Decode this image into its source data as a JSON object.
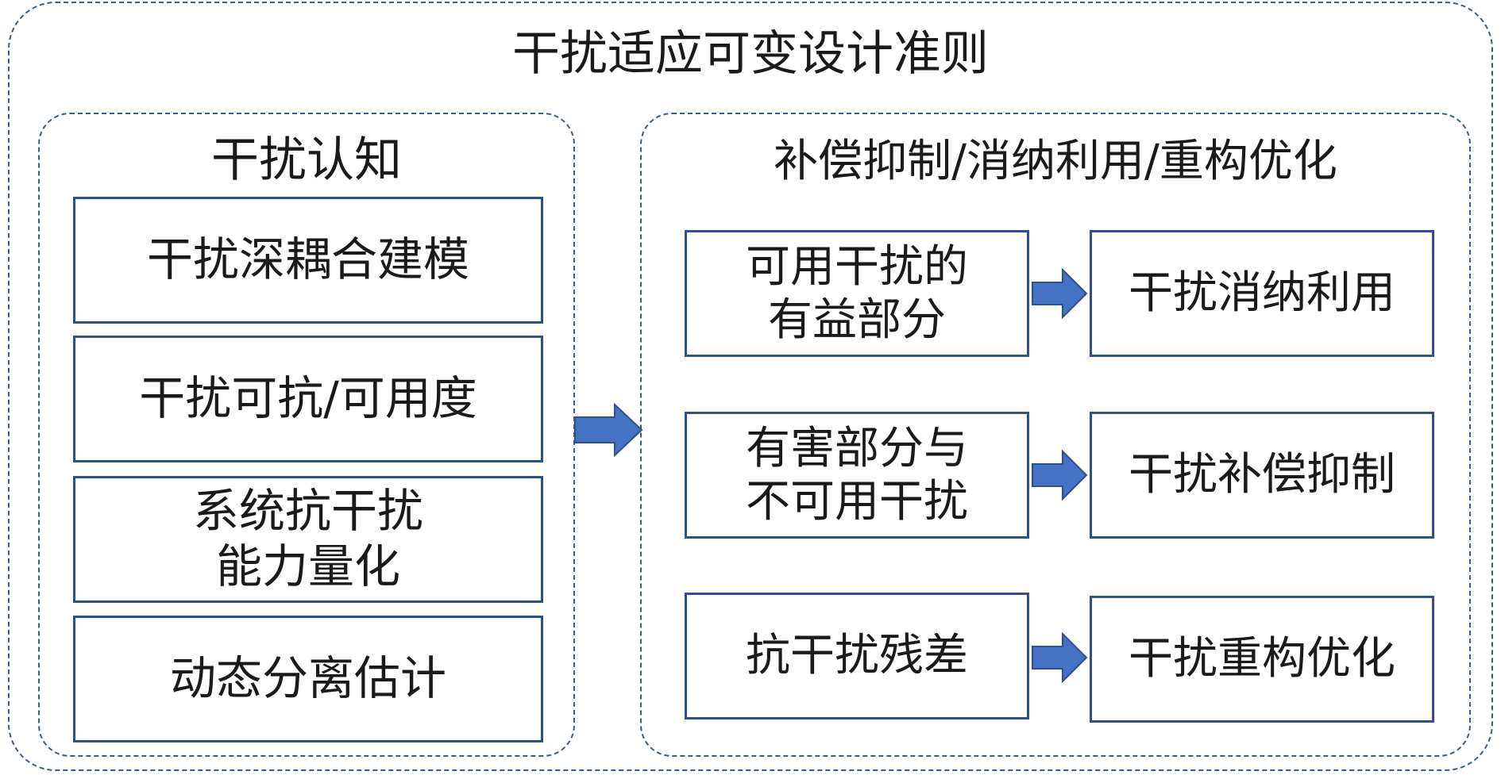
{
  "diagram": {
    "title": "干扰适应可变设计准则",
    "left_panel": {
      "title": "干扰认知",
      "items": [
        {
          "label": "干扰深耦合建模"
        },
        {
          "label": "干扰可抗/可用度"
        },
        {
          "label": "系统抗干扰\n能力量化"
        },
        {
          "label": "动态分离估计"
        }
      ]
    },
    "right_panel": {
      "title": "补偿抑制/消纳利用/重构优化",
      "rows": [
        {
          "source": "可用干扰的\n有益部分",
          "target": "干扰消纳利用"
        },
        {
          "source": "有害部分与\n不可用干扰",
          "target": "干扰补偿抑制"
        },
        {
          "source": "抗干扰残差",
          "target": "干扰重构优化"
        }
      ]
    },
    "colors": {
      "border": "#3d5a80",
      "box_border": "#2f4f8f",
      "arrow_fill": "#4472c4",
      "arrow_stroke": "#2f4f8f"
    }
  }
}
